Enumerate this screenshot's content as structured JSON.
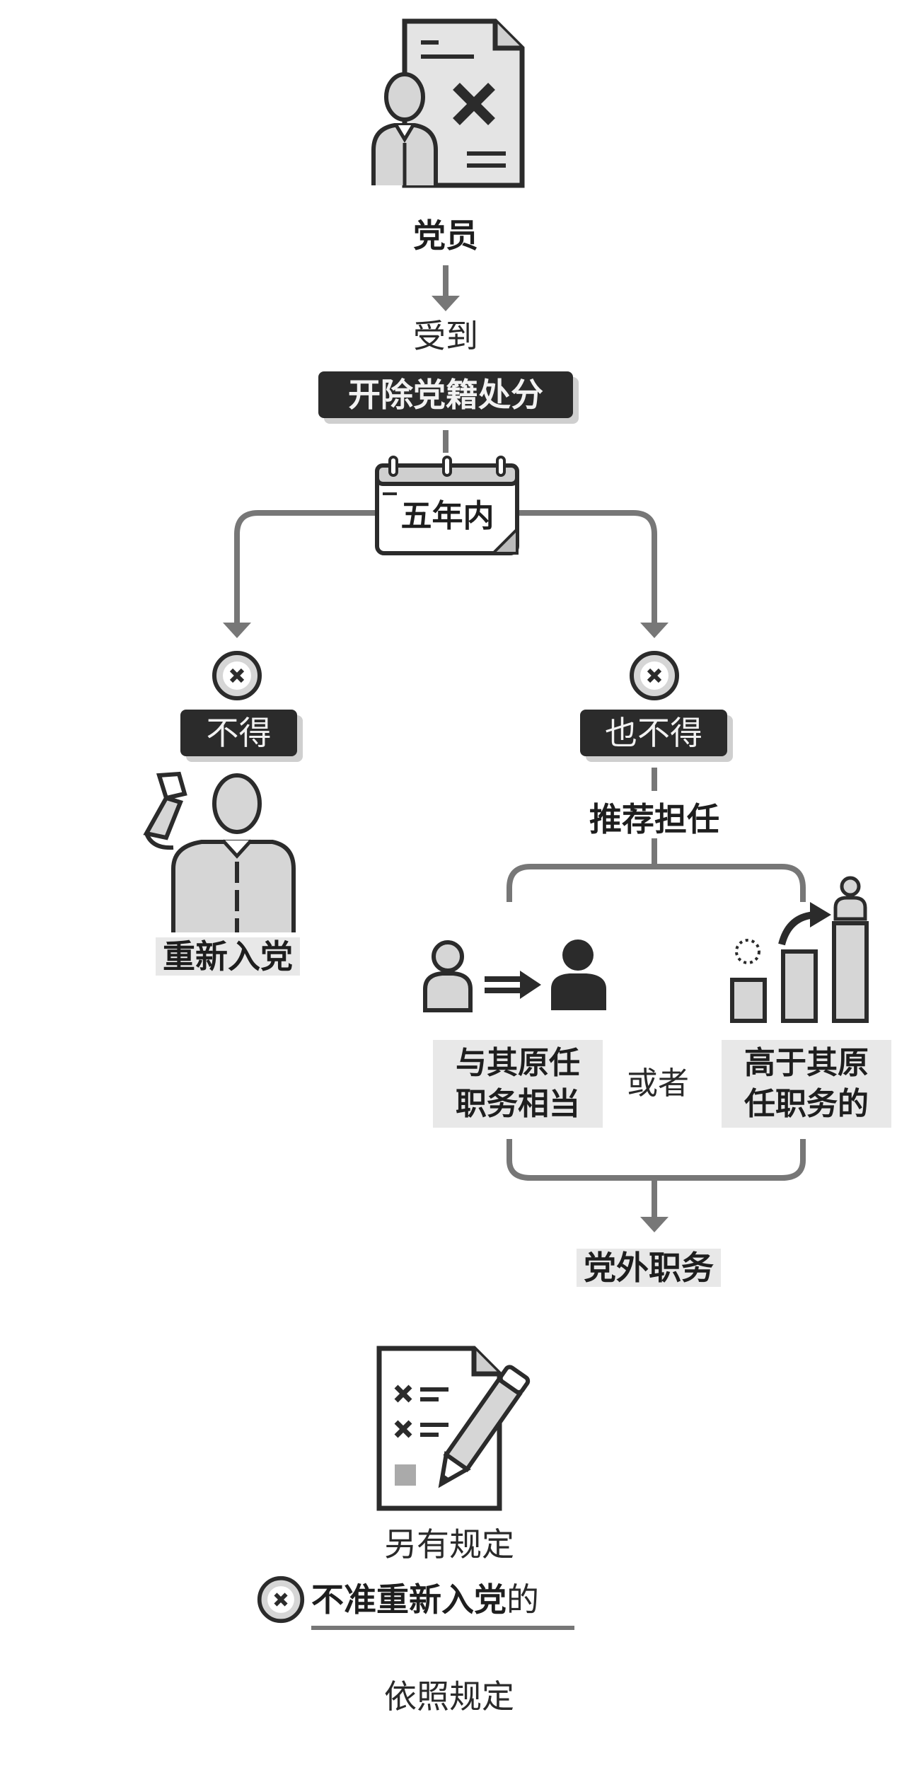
{
  "top": {
    "subject": "党员",
    "verb": "受到",
    "penalty": "开除党籍处分"
  },
  "period": "五年内",
  "left": {
    "prohibit": "不得",
    "action": "重新入党"
  },
  "right": {
    "prohibit": "也不得",
    "action": "推荐担任",
    "option_a": [
      "与其原任",
      "职务相当"
    ],
    "connector": "或者",
    "option_b": [
      "高于其原",
      "任职务的"
    ],
    "result": "党外职务"
  },
  "bottom": {
    "other": "另有规定",
    "condition_bold": "不准重新入党",
    "condition_suffix": "的",
    "per": "依照规定"
  },
  "colors": {
    "dark": "#2b2b2b",
    "gray": "#777777",
    "light": "#d6d6d6"
  }
}
